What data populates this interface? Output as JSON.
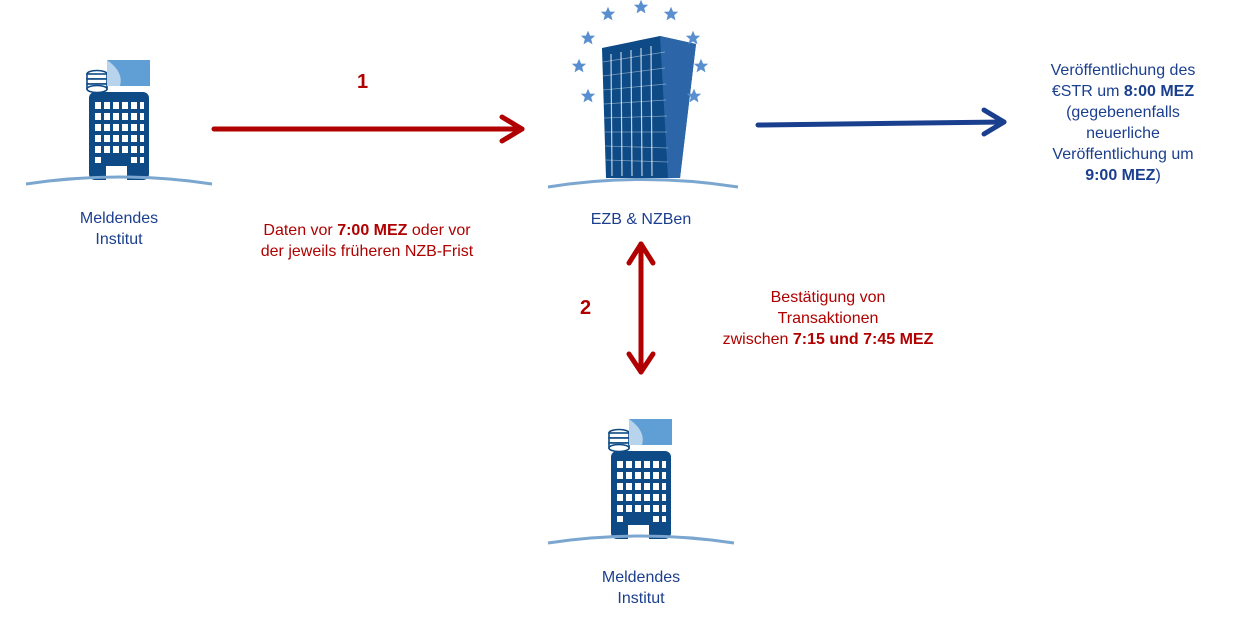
{
  "nodes": {
    "left_institution": {
      "label_line1": "Meldendes",
      "label_line2": "Institut"
    },
    "ecb": {
      "label": "EZB & NZBen"
    },
    "bottom_institution": {
      "label_line1": "Meldendes",
      "label_line2": "Institut"
    }
  },
  "step1": {
    "number": "1",
    "line1_a": "Daten vor ",
    "line1_b": "7:00 MEZ",
    "line1_c": " oder vor",
    "line2": "der jeweils früheren NZB-Frist"
  },
  "step2": {
    "number": "2",
    "line1": "Bestätigung von",
    "line2": "Transaktionen",
    "line3_a": "zwischen ",
    "line3_b": "7:15 und 7:45 MEZ"
  },
  "publication": {
    "line1": "Veröffentlichung des",
    "line2_a": "€STR um ",
    "line2_b": "8:00 MEZ",
    "line3": "(gegebenenfalls",
    "line4": "neuerliche",
    "line5": "Veröffentlichung um",
    "line6_a": "9:00 MEZ",
    "line6_b": ")"
  },
  "colors": {
    "building": "#0d4a86",
    "flag": "#5f9fd6",
    "ground": "#7aa6cf",
    "star": "#5a8fcf",
    "arrow_red": "#b00000",
    "arrow_blue": "#1b3f8f"
  },
  "icons": [
    "office-building-icon",
    "coin-stack-icon",
    "flag-icon",
    "ecb-tower-icon",
    "star-icon"
  ]
}
